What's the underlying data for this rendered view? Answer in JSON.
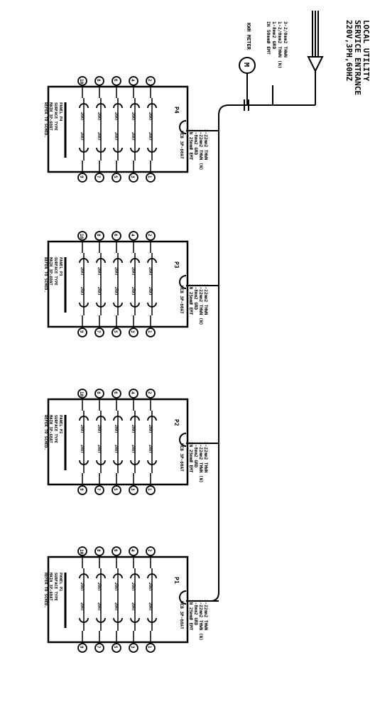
{
  "service": {
    "title": "LOCAL UTILITY",
    "subtitle": "SERVICE ENTRANCE",
    "rating": "220V,3PH,60HZ",
    "feeder_note": "3-2/0mm2 THWN\n1-2/0mm2 THWN (N)\n1-8mm2 GRD\nIN 50mmØ EMT",
    "meter_label": "KWH METER",
    "meter_symbol": "M"
  },
  "panels": [
    {
      "feeder": "3-22mm2 THWN\n1-22mm2 THWN (N)\n1-8mm2 GRD\nIN 25mmØ EMT",
      "main": "MCB 3P-60AT",
      "panel_id": "P4",
      "schedule": "PANEL P4\nSURFACE TYPE\nMAIN 3P-60AT\nREFER TO SCHED.",
      "left_circuits": [
        "1",
        "3",
        "5",
        "7",
        "9"
      ],
      "right_circuits": [
        "2",
        "4",
        "6",
        "8",
        "10"
      ],
      "breaker_left": [
        "20AT",
        "20AT",
        "20AT",
        "20AT",
        "20AT"
      ],
      "breaker_right": [
        "20AT",
        "20AT",
        "20AT",
        "20AT",
        "20AT"
      ]
    },
    {
      "feeder": "3-22mm2 THWN\n1-22mm2 THWN (N)\n1-8mm2 GRD\nIN 25mmØ EMT",
      "main": "MCB 3P-60AT",
      "panel_id": "P3",
      "schedule": "PANEL P3\nSURFACE TYPE\nMAIN 3P-60AT\nREFER TO SCHED.",
      "left_circuits": [
        "1",
        "3",
        "5",
        "7",
        "9"
      ],
      "right_circuits": [
        "2",
        "4",
        "6",
        "8",
        "10"
      ],
      "breaker_left": [
        "20AT",
        "20AT",
        "20AT",
        "20AT",
        "20AT"
      ],
      "breaker_right": [
        "20AT",
        "20AT",
        "20AT",
        "20AT",
        "20AT"
      ]
    },
    {
      "feeder": "3-22mm2 THWN\n1-22mm2 THWN (N)\n1-8mm2 GRD\nIN 25mmØ EMT",
      "main": "MCB 3P-60AT",
      "panel_id": "P2",
      "schedule": "PANEL P2\nSURFACE TYPE\nMAIN 3P-60AT\nREFER TO SCHED.",
      "left_circuits": [
        "1",
        "3",
        "5",
        "7",
        "9"
      ],
      "right_circuits": [
        "2",
        "4",
        "6",
        "8",
        "10"
      ],
      "breaker_left": [
        "20AT",
        "20AT",
        "20AT",
        "20AT",
        "20AT"
      ],
      "breaker_right": [
        "20AT",
        "20AT",
        "20AT",
        "20AT",
        "20AT"
      ]
    },
    {
      "feeder": "3-22mm2 THWN\n1-22mm2 THWN (N)\n1-8mm2 GRD\nIN 25mmØ EMT",
      "main": "MCB 3P-60AT",
      "panel_id": "P1",
      "schedule": "PANEL P1\nSURFACE TYPE\nMAIN 3P-60AT\nREFER TO SCHED.",
      "left_circuits": [
        "1",
        "3",
        "5",
        "7",
        "9"
      ],
      "right_circuits": [
        "2",
        "4",
        "6",
        "8",
        "10"
      ],
      "breaker_left": [
        "20AT",
        "20AT",
        "20AT",
        "20AT",
        "20AT"
      ],
      "breaker_right": [
        "20AT",
        "20AT",
        "20AT",
        "20AT",
        "20AT"
      ]
    }
  ],
  "colors": {
    "line": "#000000",
    "background": "#ffffff"
  }
}
